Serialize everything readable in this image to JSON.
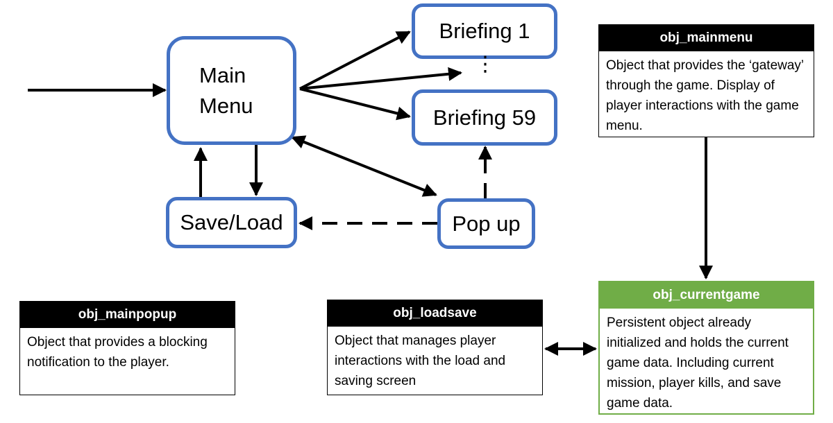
{
  "nodes": {
    "main_menu": "Main\nMenu",
    "briefing_1": "Briefing 1",
    "briefing_59": "Briefing 59",
    "save_load": "Save/Load",
    "pop_up": "Pop up"
  },
  "ellipsis": "⋮",
  "cards": {
    "mainmenu": {
      "title": "obj_mainmenu",
      "description": "Object that provides the ‘gateway’ through the game. Display of player interactions with the game menu."
    },
    "currentgame": {
      "title": "obj_currentgame",
      "description": "Persistent object already initialized and holds the current game data. Including current mission, player kills, and save game data.",
      "accent_color": "#70ad47"
    },
    "mainpopup": {
      "title": "obj_mainpopup",
      "description": "Object that provides a blocking notification to the player."
    },
    "loadsave": {
      "title": "obj_loadsave",
      "description": "Object that manages player interactions with the load and saving screen"
    }
  },
  "colors": {
    "node_border": "#4472c4",
    "card_header": "#000000",
    "current_game_header": "#70ad47"
  }
}
